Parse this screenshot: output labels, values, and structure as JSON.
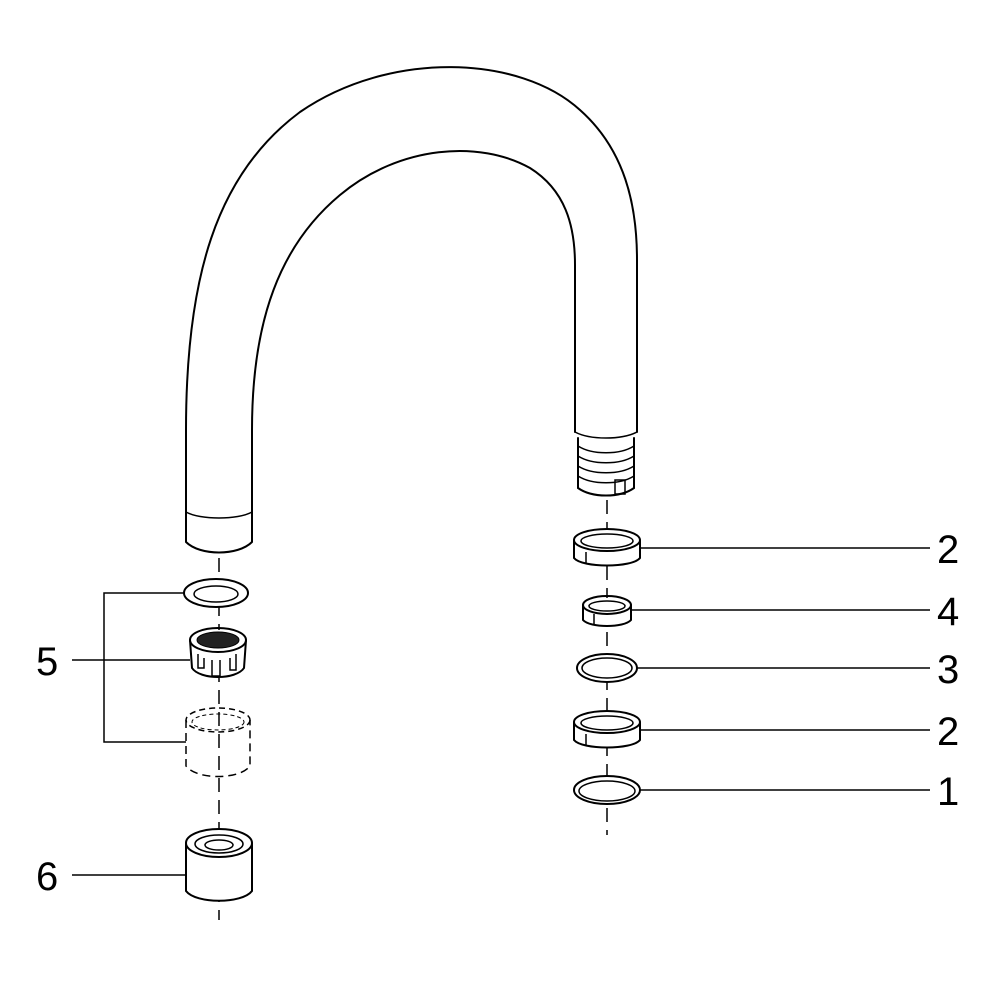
{
  "callouts": {
    "part_1": "1",
    "part_2_upper": "2",
    "part_2_lower": "2",
    "part_3": "3",
    "part_4": "4",
    "part_5": "5",
    "part_6": "6"
  }
}
